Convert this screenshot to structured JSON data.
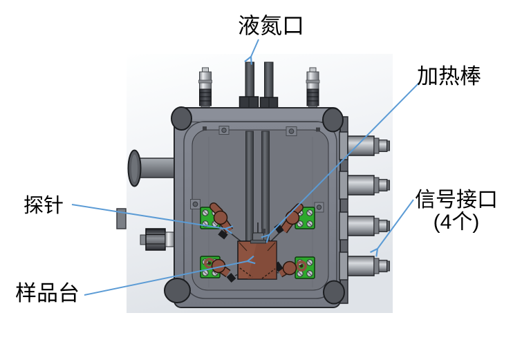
{
  "page": {
    "background": "#ffffff"
  },
  "diagram": {
    "kind": "annotated CAD rendering of a cryogenic vacuum probe chamber",
    "labels": {
      "liquid_nitrogen_port": "液氮口",
      "heating_rod": "加热棒",
      "probe": "探针",
      "sample_stage": "样品台",
      "signal_interface": "信号接口",
      "signal_interface_count": "(4个)"
    },
    "colors": {
      "annotation_line": "#5b9bd5",
      "label_text": "#000000",
      "chamber_body_gray": "#7d818a",
      "pcb_green": "#2da82d",
      "copper_brown": "#8d5340",
      "render_bg_top": "#feffff",
      "render_bg_bottom": "#dfe3e8"
    }
  }
}
